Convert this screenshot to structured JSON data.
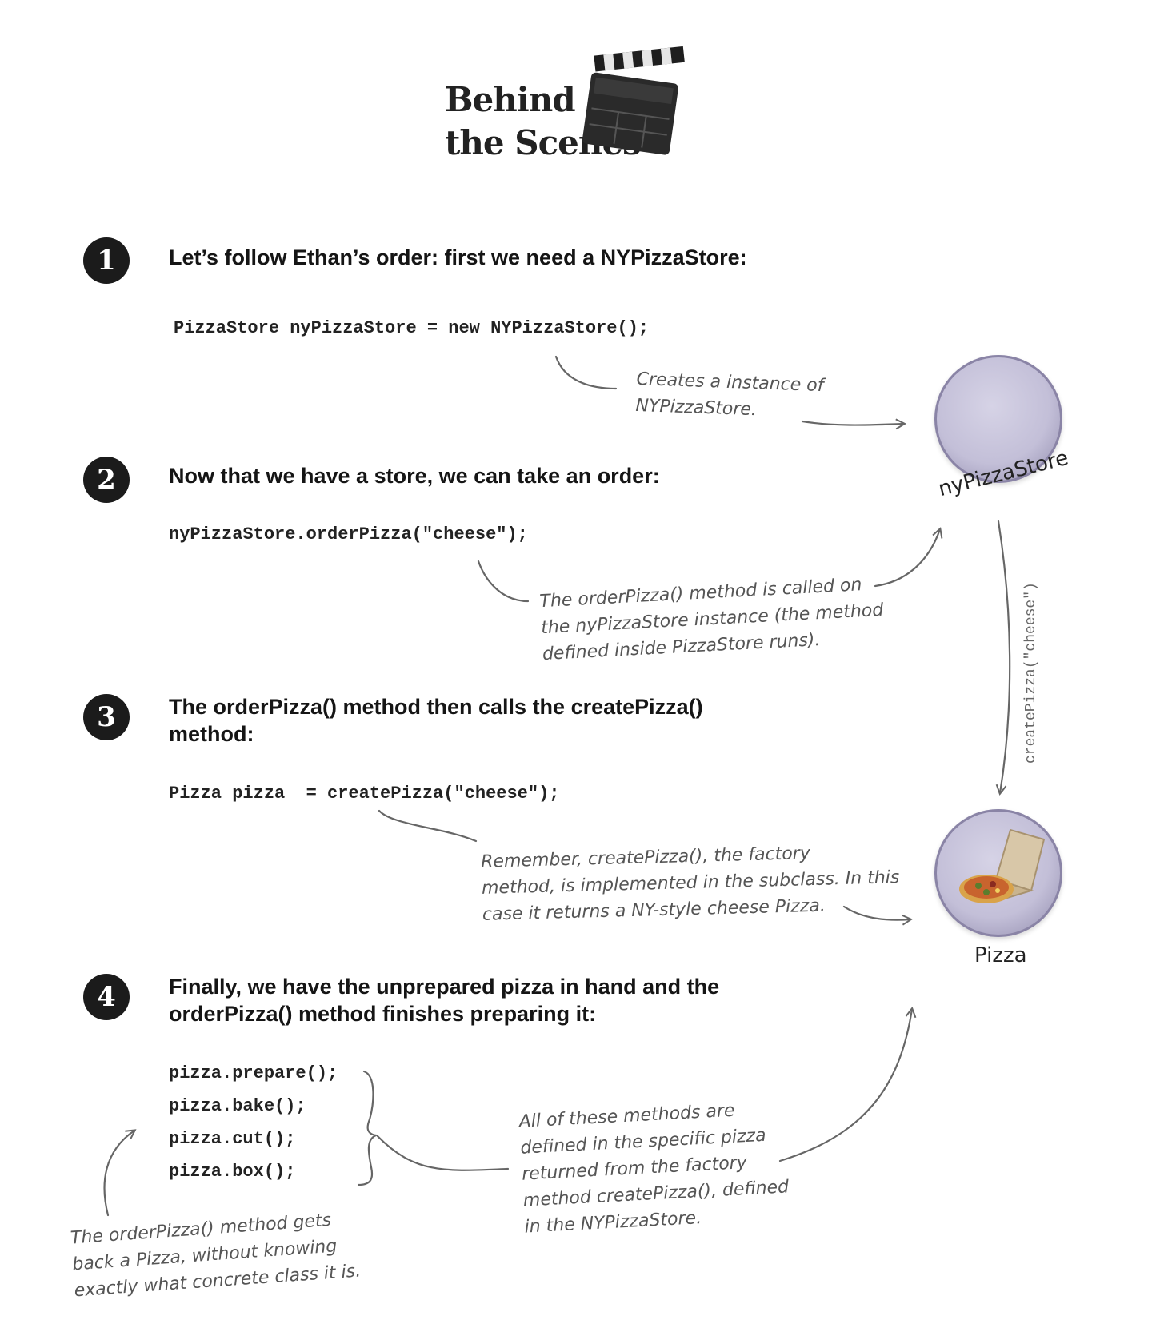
{
  "header": {
    "title_line1": "Behind",
    "title_line2": "the Scenes"
  },
  "steps": [
    {
      "number": "1",
      "heading": "Let’s follow Ethan’s order: first we need a NYPizzaStore:",
      "code": [
        "PizzaStore nyPizzaStore = new NYPizzaStore();"
      ]
    },
    {
      "number": "2",
      "heading": "Now that we have a store, we can take an order:",
      "code": [
        "nyPizzaStore.orderPizza(\"cheese\");"
      ]
    },
    {
      "number": "3",
      "heading_line1": "The orderPizza() method then calls the createPizza()",
      "heading_line2": "method:",
      "code": [
        "Pizza pizza  = createPizza(\"cheese\");"
      ]
    },
    {
      "number": "4",
      "heading_line1": "Finally, we have the unprepared pizza in hand and the",
      "heading_line2": "orderPizza() method finishes preparing it:",
      "code": [
        "pizza.prepare();",
        "pizza.bake();",
        "pizza.cut();",
        "pizza.box();"
      ]
    }
  ],
  "notes": {
    "n1": [
      "Creates a instance of",
      "NYPizzaStore."
    ],
    "n2": [
      "The orderPizza() method is called on",
      "the nyPizzaStore instance (the method",
      "defined inside PizzaStore runs)."
    ],
    "n3": [
      "Remember, createPizza(), the factory",
      "method, is implemented in the subclass. In this",
      "case it returns a NY-style cheese Pizza."
    ],
    "n4": [
      "All of these methods are",
      "defined in the specific pizza",
      "returned from the factory",
      "method createPizza(), defined",
      "in the NYPizzaStore."
    ],
    "n5": [
      "The orderPizza() method gets",
      "back a Pizza, without knowing",
      "exactly what concrete class it is."
    ]
  },
  "objects": {
    "store_label": "nyPizzaStore",
    "pizza_label": "Pizza",
    "call_label": "createPizza(\"cheese\")"
  },
  "icons": [
    "clapperboard-icon",
    "pizza-box-icon"
  ]
}
